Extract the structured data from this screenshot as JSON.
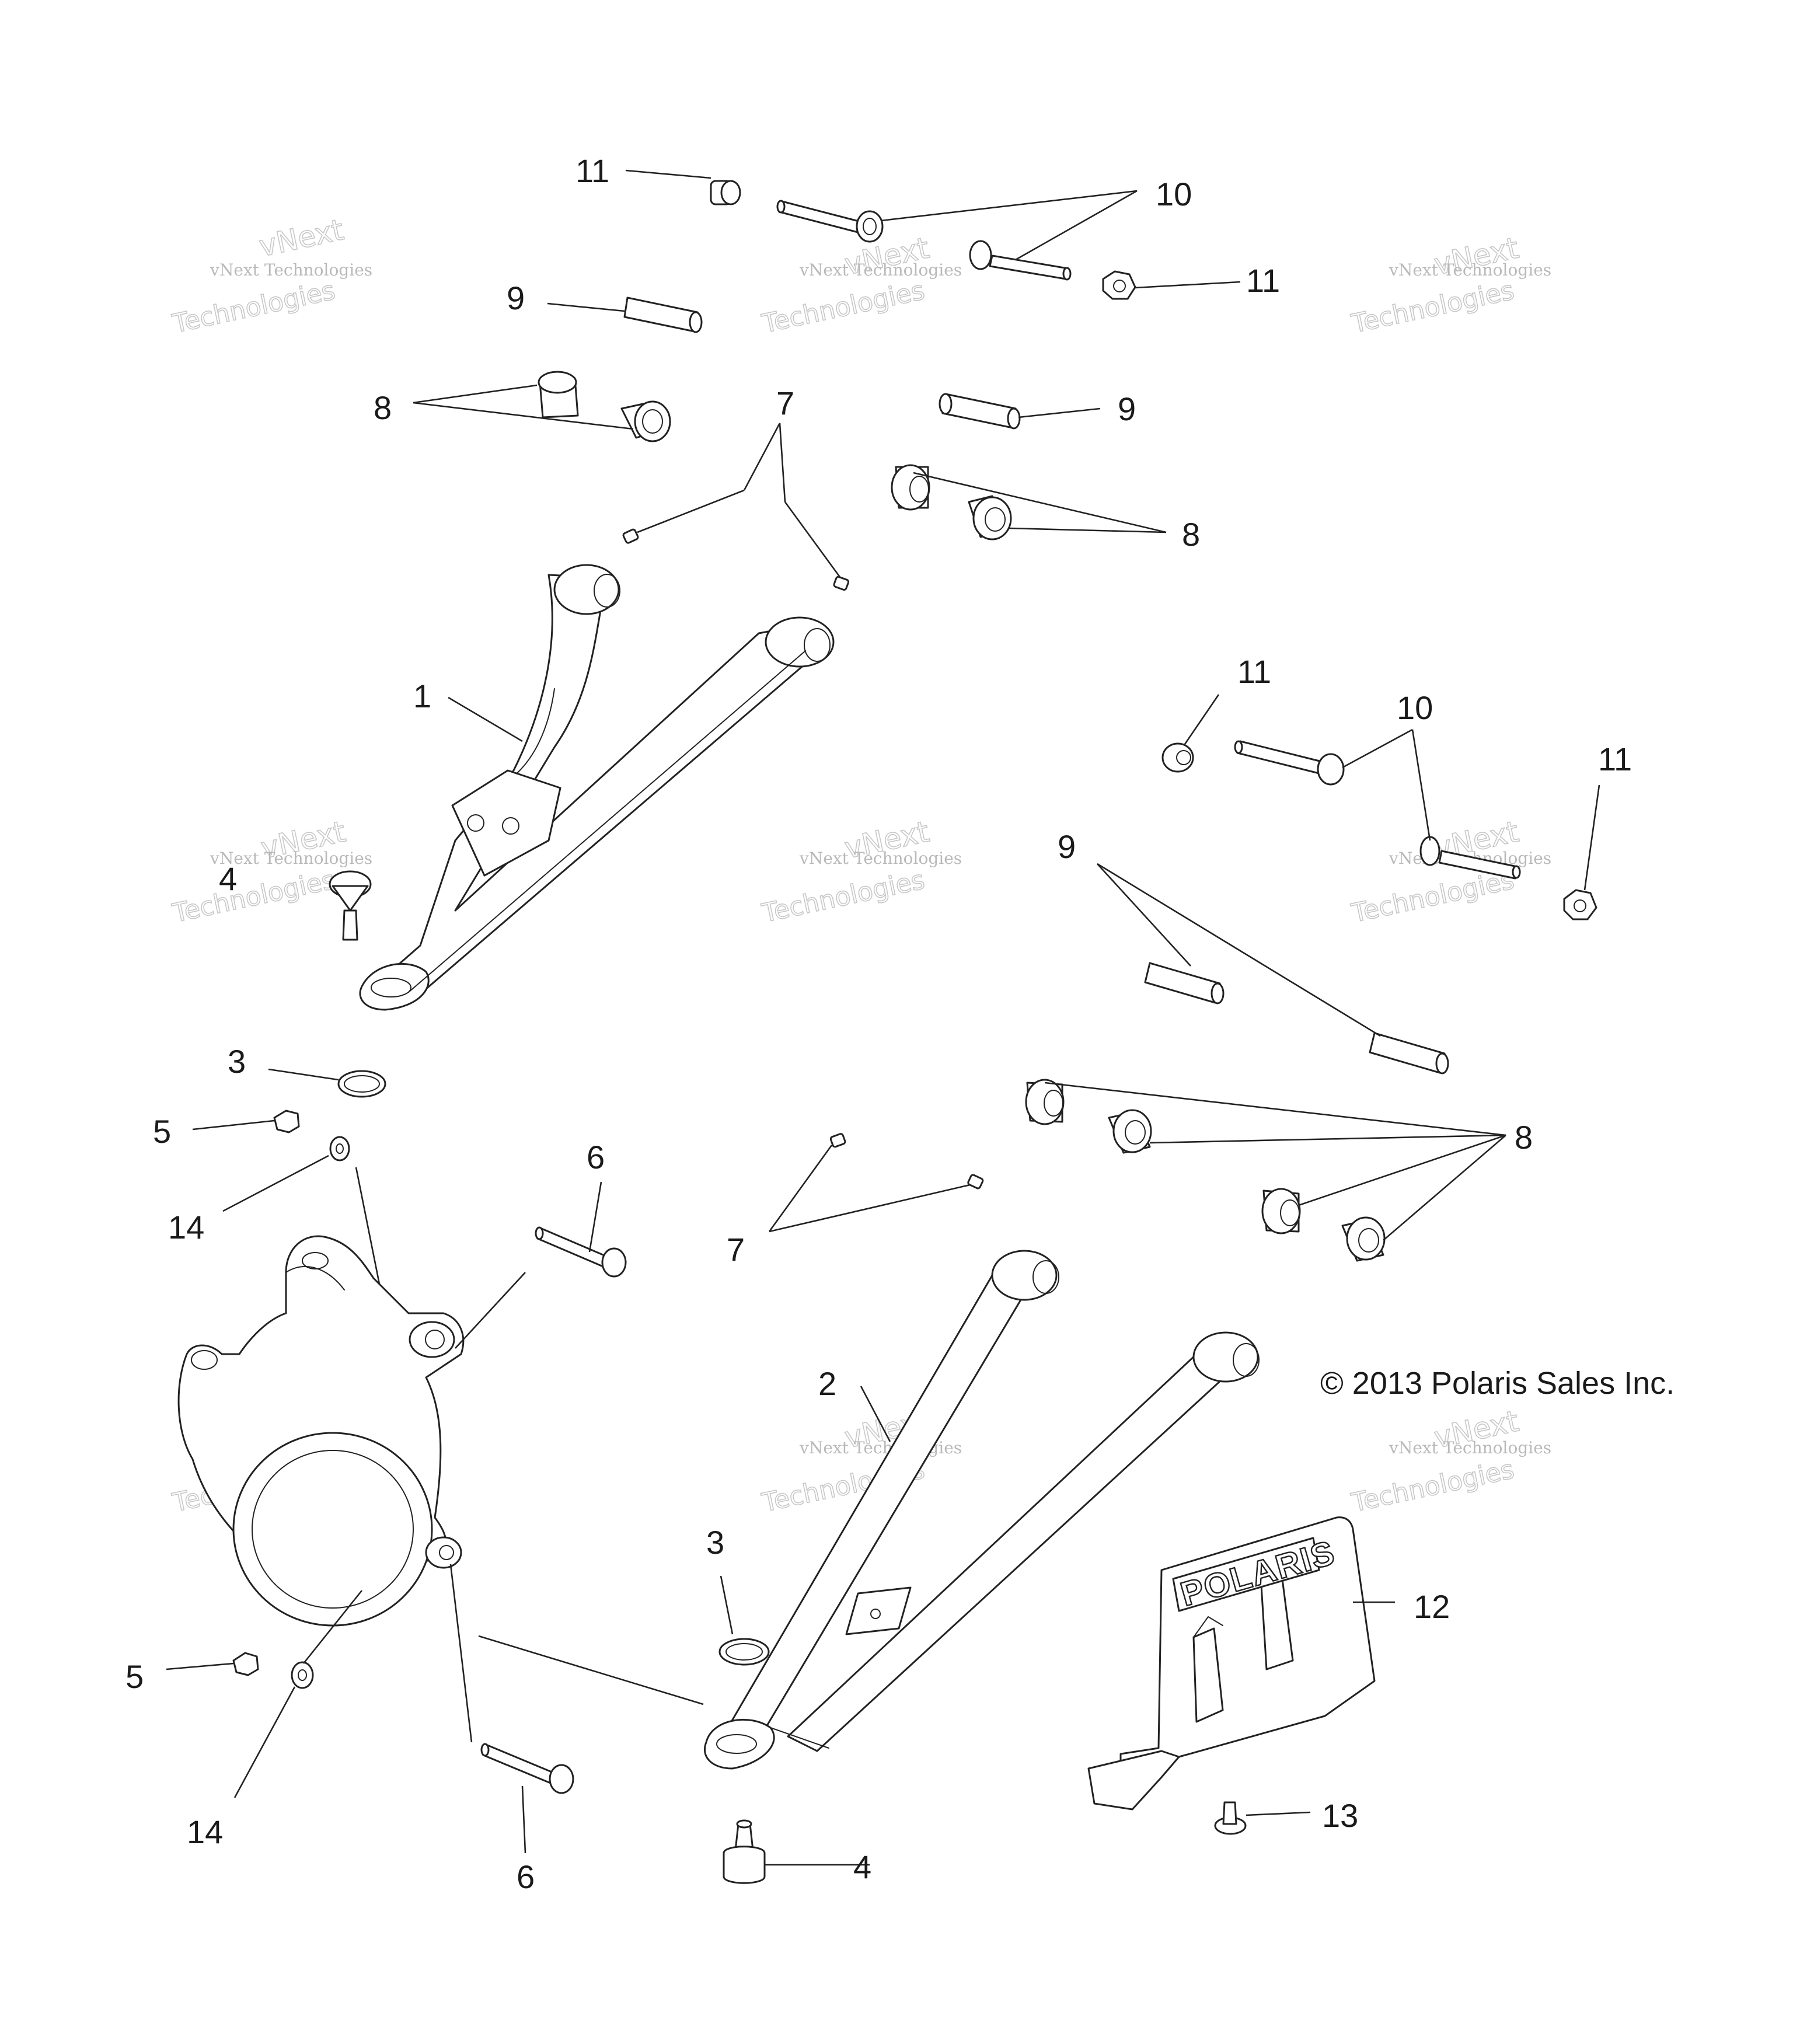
{
  "watermark": {
    "line1": "vNext",
    "line2": "vNext Technologies",
    "line3": "Technologies"
  },
  "copyright": "© 2013 Polaris Sales Inc.",
  "logo_text": "POLARIS",
  "callouts": {
    "c1": "1",
    "c2": "2",
    "c3": "3",
    "c4": "4",
    "c5": "5",
    "c6": "6",
    "c7": "7",
    "c8": "8",
    "c9": "9",
    "c10": "10",
    "c11": "11",
    "c12": "12",
    "c13": "13",
    "c14": "14"
  }
}
